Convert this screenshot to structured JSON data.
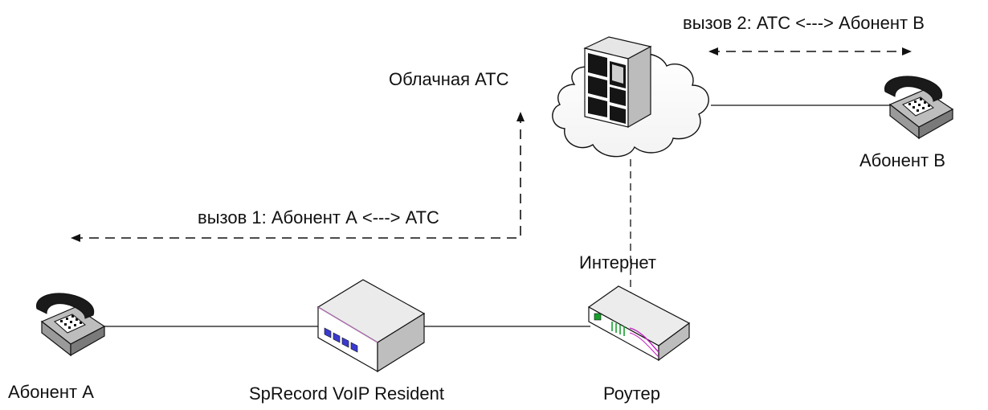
{
  "labels": {
    "cloud_pbx": "Облачная АТС",
    "call2": "вызов 2: АТС <---> Абонент В",
    "subscriber_b": "Абонент В",
    "call1": "вызов 1: Абонент А <---> АТС",
    "internet": "Интернет",
    "subscriber_a": "Абонент А",
    "recorder": "SpRecord VoIP Resident",
    "router": "Роутер"
  },
  "colors": {
    "line": "#111111",
    "device_top": "#e9e9e9",
    "device_side": "#bdbdbd",
    "port_blue": "#3a3ad0",
    "router_green": "#16a02a",
    "router_magenta": "#c020c0"
  },
  "icons": [
    "cloud-icon",
    "server-icon",
    "phone-icon",
    "voip-recorder-icon",
    "router-icon"
  ]
}
